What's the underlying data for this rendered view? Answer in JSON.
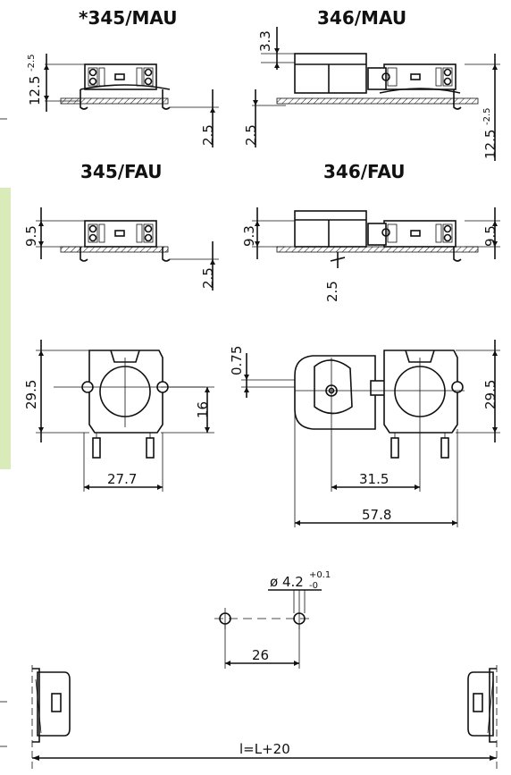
{
  "titles": {
    "t1": "*345/MAU",
    "t2": "346/MAU",
    "t3": "345/FAU",
    "t4": "346/FAU"
  },
  "dims": {
    "d_12_5": "12.5",
    "d_12_5_tol": "-2.5",
    "d_2_5_a": "2.5",
    "d_3_3": "3.3",
    "d_2_5_b": "2.5",
    "d_12_5_b": "12.5",
    "d_12_5_b_tol": "-2.5",
    "d_9_5_a": "9.5",
    "d_2_5_c": "2.5",
    "d_9_3": "9.3",
    "d_2_5_d": "2.5",
    "d_9_5_b": "9.5",
    "d_29_5_a": "29.5",
    "d_16": "16",
    "d_27_7": "27.7",
    "d_0_75": "0.75",
    "d_29_5_b": "29.5",
    "d_31_5": "31.5",
    "d_57_8": "57.8",
    "d_hole": "ø 4.2",
    "d_hole_tol_up": "+0.1",
    "d_hole_tol_dn": "-0",
    "d_26": "26",
    "d_length": "l=L+20"
  },
  "colors": {
    "side_band": "#d9ebb9",
    "line": "#111111"
  }
}
